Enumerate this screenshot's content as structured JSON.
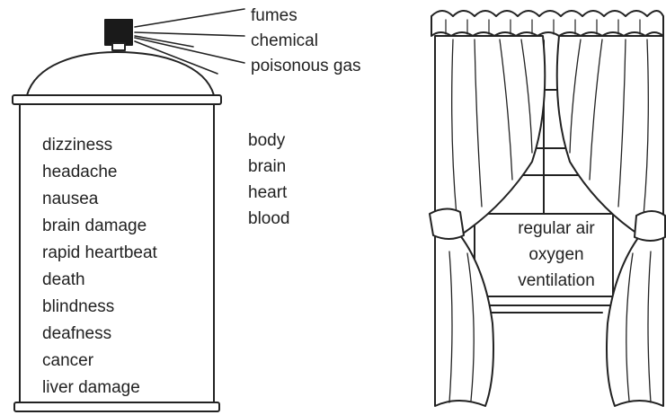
{
  "spray_labels": [
    "fumes",
    "chemical",
    "poisonous gas"
  ],
  "symptoms": [
    "dizziness",
    "headache",
    "nausea",
    "brain damage",
    "rapid heartbeat",
    "death",
    "blindness",
    "deafness",
    "cancer",
    "liver damage"
  ],
  "body_parts": [
    "body",
    "brain",
    "heart",
    "blood"
  ],
  "window_labels": [
    "regular air",
    "oxygen",
    "ventilation"
  ],
  "colors": {
    "ink": "#222222",
    "can_fill": "#ffffff",
    "nozzle": "#1a1a1a"
  }
}
